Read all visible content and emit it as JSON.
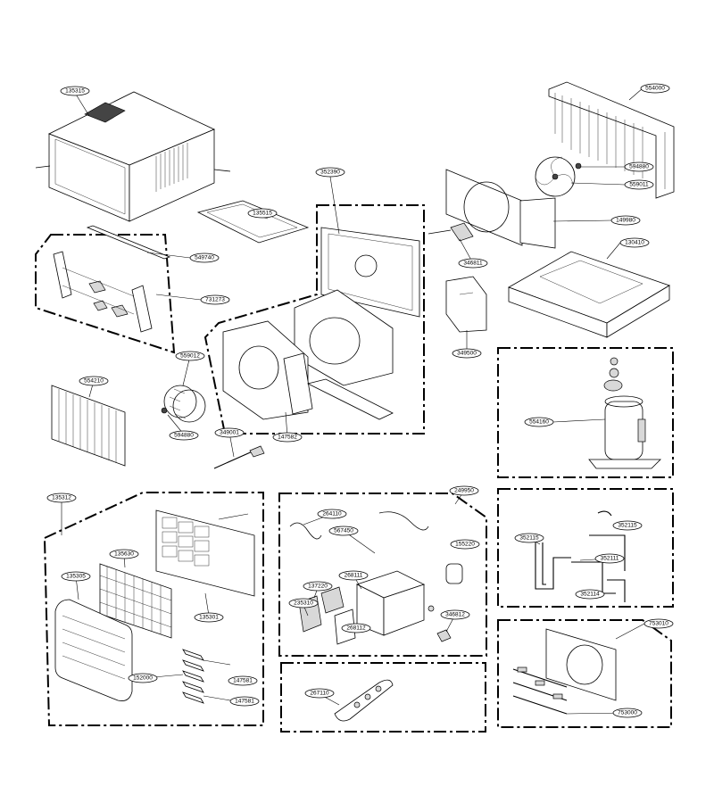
{
  "diagram": {
    "labels": {
      "p135315": "135315",
      "p554000": "554000",
      "p352390": "352390",
      "p135515": "135515",
      "p594880a": "594880",
      "p559011": "559011",
      "p149980": "149980",
      "p549740": "549740",
      "p130410": "130410",
      "p346811": "346811",
      "p731273": "731273",
      "p349500": "349500",
      "p559012": "559012",
      "p554210": "554210",
      "p554160": "554160",
      "p594880b": "594880",
      "p349001": "349001",
      "p147582": "147582",
      "p135312": "135312",
      "p249950": "249950",
      "p264110": "264110",
      "p567450": "567450",
      "p352115a": "352115",
      "p135630": "135630",
      "p135305": "135305",
      "p352113": "352115",
      "p352111": "352111",
      "p352114": "352114",
      "p268111": "268111",
      "p137220": "137220",
      "p155220": "155220",
      "p235310": "235310",
      "p135301": "135301",
      "p268112": "268112",
      "p346812": "346812",
      "p753010": "753010",
      "p152000": "152000",
      "p147581a": "147581",
      "p147581b": "147581",
      "p267110": "267110",
      "p753000": "753000"
    }
  }
}
